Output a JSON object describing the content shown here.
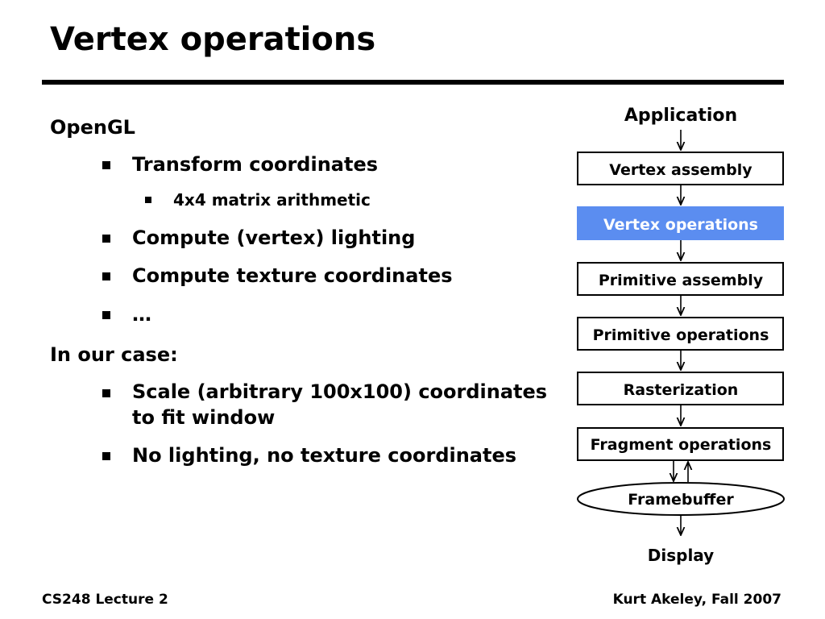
{
  "title": "Vertex operations",
  "bullets": {
    "opengl": "OpenGL",
    "transform": "Transform coordinates",
    "matrix": "4x4 matrix arithmetic",
    "lighting": "Compute (vertex) lighting",
    "texture": "Compute texture coordinates",
    "ellipsis": "…",
    "our_case": "In our case:",
    "scale_line1": "Scale (arbitrary 100x100) coordinates",
    "scale_line2": "to fit window",
    "no_lighting": "No lighting, no texture coordinates"
  },
  "pipeline": {
    "top_label": "Application",
    "stages": [
      "Vertex assembly",
      "Vertex operations",
      "Primitive assembly",
      "Primitive operations",
      "Rasterization",
      "Fragment operations"
    ],
    "highlight_index": 1,
    "highlight_color": "#5b8df0",
    "framebuffer": "Framebuffer",
    "bottom_label": "Display"
  },
  "footer": {
    "left": "CS248 Lecture 2",
    "right": "Kurt Akeley, Fall 2007"
  }
}
